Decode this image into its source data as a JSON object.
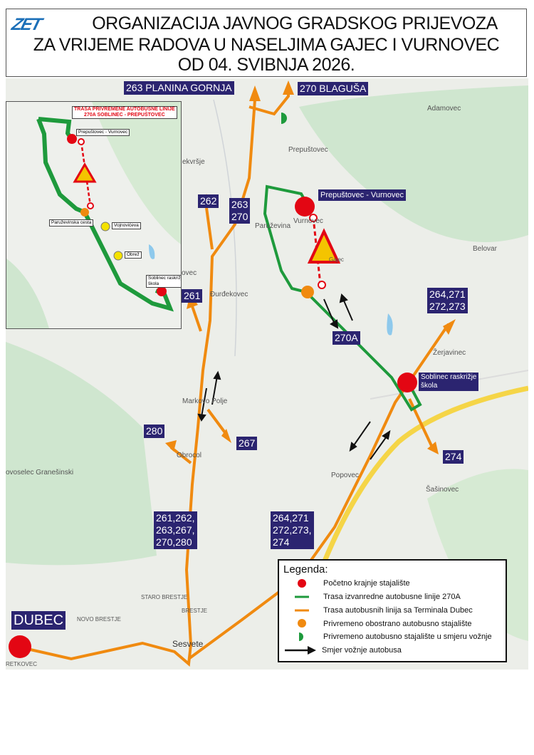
{
  "header": {
    "logo": "ZET",
    "line1": "ORGANIZACIJA JAVNOG  GRADSKOG PRIJEVOZA",
    "line2": "ZA VRIJEME RADOVA U NASELJIMA GAJEC I VURNOVEC",
    "line3": "OD 04. SVIBNJA 2026."
  },
  "colors": {
    "route_270A": "#1e9a3c",
    "route_dubec": "#f08a10",
    "terminal_stop": "#e30613",
    "temp_stop": "#f08a10",
    "label_bg": "#2b2470",
    "highway": "#f5d547"
  },
  "line_labels": [
    "263 PLANINA GORNJA",
    "270 BLAGUŠA",
    "262",
    "263\n270",
    "261",
    "270A",
    "264,271\n272,273",
    "280",
    "267",
    "274",
    "261,262,\n263,267,\n270,280",
    "264,271\n272,273,\n274",
    "DUBEC"
  ],
  "stop_labels": {
    "prepustovec": "Prepuštovec - Vurnovec",
    "soblinec": "Soblinec raskrižje\nškola"
  },
  "places": [
    "Adamovec",
    "Prepuštovec",
    "Paruževina",
    "Vurnovec",
    "Belovar",
    "Đurđekovec",
    "Žerjavinec",
    "Markovo Polje",
    "Obrocol",
    "Popovec",
    "Šašinovec",
    "ovoselec Granešinski",
    "STARO BRESTJE",
    "BRESTJE",
    "NOVO BRESTJE",
    "Sesvete",
    "RETKOVEC",
    "ekvršje",
    "ovec",
    "Gajec"
  ],
  "inset": {
    "title": "TRASA PRIVREMENE AUTOBUSNE LINIJE\n270A SOBLINEC - PREPUŠTOVEC",
    "stops": [
      "Prepuštovec - Vurnovec",
      "Paruževinska cesta",
      "Vojnovićeva",
      "Obrež",
      "Soblinec raskrižje\nškola"
    ]
  },
  "legend": {
    "title": "Legenda:",
    "items": [
      "Početno krajnje stajalište",
      "Trasa izvanredne autobusne linije 270A",
      "Trasa autobusnih linija sa Terminala Dubec",
      "Privremeno obostrano autobusno stajalište",
      "Privremeno autobusno stajalište u smjeru vožnje",
      "Smjer vožnje autobusa"
    ]
  }
}
